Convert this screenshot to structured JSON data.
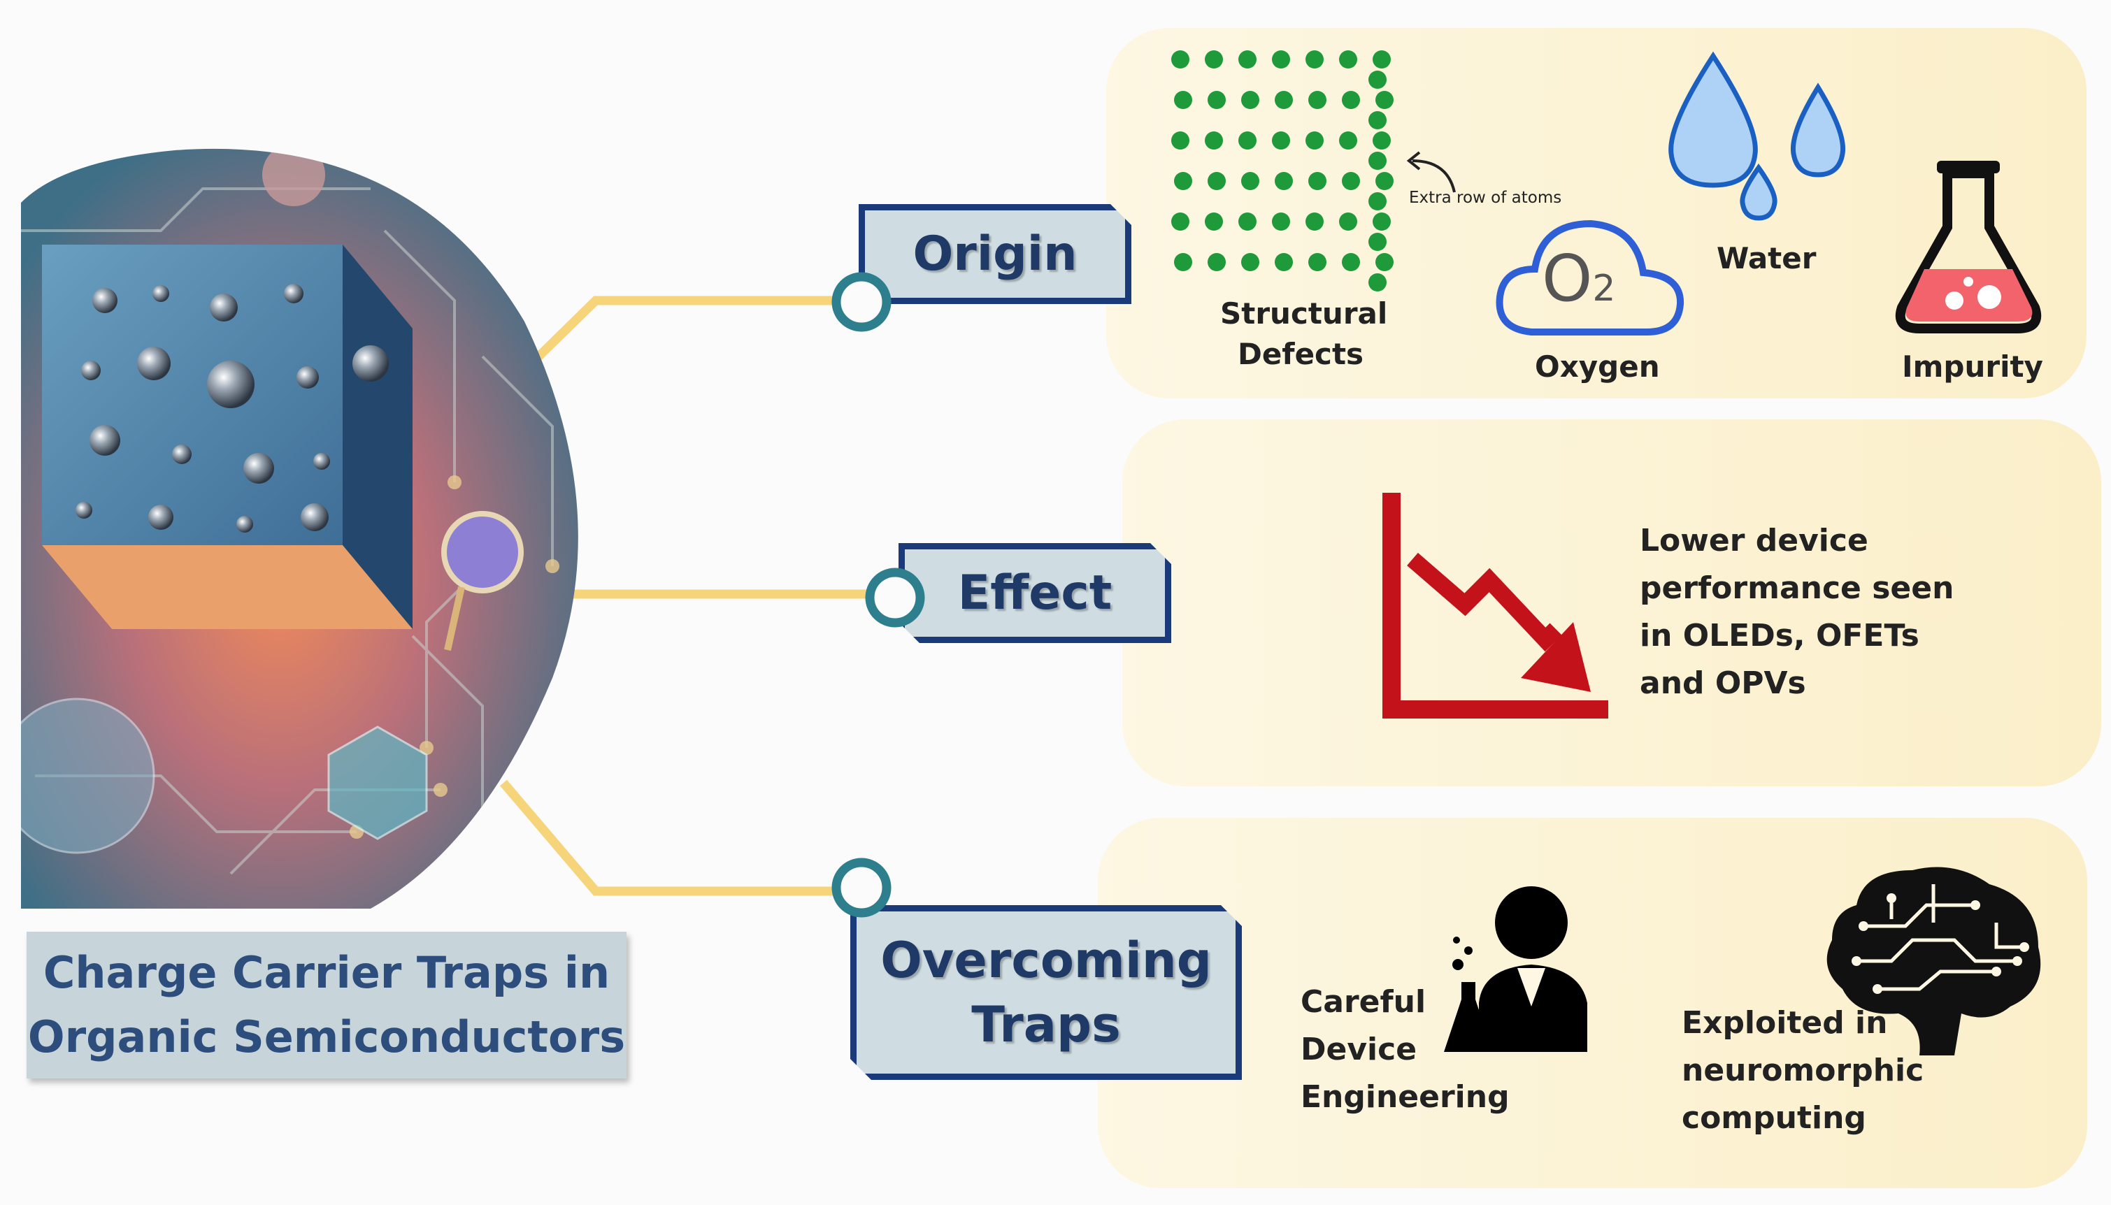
{
  "title": {
    "line1": "Charge Carrier Traps in",
    "line2": "Organic Semiconductors"
  },
  "tags": {
    "origin": "Origin",
    "effect": "Effect",
    "overcoming_line1": "Overcoming",
    "overcoming_line2": "Traps"
  },
  "origin_items": {
    "structural_line1": "Structural",
    "structural_line2": "Defects",
    "extra_row_note": "Extra row of atoms",
    "oxygen": "Oxygen",
    "oxygen_symbol": "O",
    "oxygen_subscript": "2",
    "water": "Water",
    "impurity": "Impurity"
  },
  "effect_text": {
    "line1": "Lower device",
    "line2": "performance seen",
    "line3": "in OLEDs, OFETs",
    "line4": "and OPVs"
  },
  "overcoming_items": {
    "careful_line1": "Careful",
    "careful_line2": "Device",
    "careful_line3": "Engineering",
    "exploited_line1": "Exploited in",
    "exploited_line2": "neuromorphic",
    "exploited_line3": "computing"
  },
  "icons": [
    "microchip-illustration",
    "green-dot-lattice",
    "curved-arrow-icon",
    "cloud-icon",
    "water-drops-icon",
    "flask-icon",
    "declining-chart-icon",
    "scientist-icon",
    "brain-circuit-icon"
  ],
  "colors": {
    "connector": "#f6d47a",
    "tag_border": "#1a3a7a",
    "tag_fill": "#cfdde2",
    "ring": "#2e7f8e",
    "dots": "#1e9a3a",
    "chart": "#c4121a",
    "drop": "#4a8fe0",
    "flask_liquid": "#f2636b"
  }
}
